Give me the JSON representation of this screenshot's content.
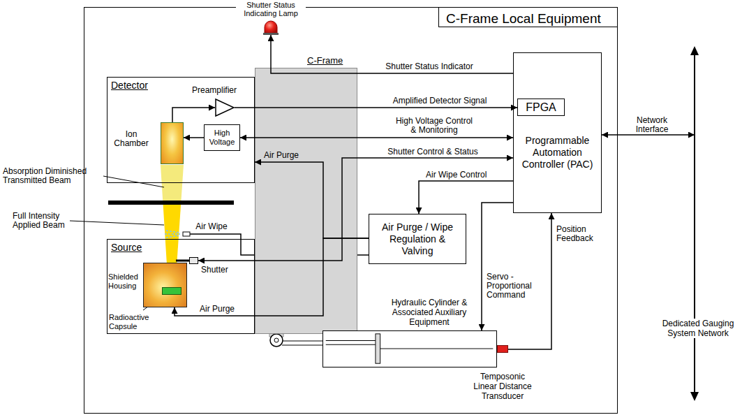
{
  "diagram": {
    "nodes": [
      {
        "text": [
          "C-Frame Local Equipment"
        ]
      },
      {
        "text": [
          "C-Frame"
        ],
        "in": 0
      },
      {
        "text": [
          "Detector"
        ],
        "in": 0
      },
      {
        "text": [
          "Preamplifier"
        ],
        "in": 2
      },
      {
        "text": [
          "Ion Chamber"
        ],
        "in": 2
      },
      {
        "text": [
          "High Voltage"
        ],
        "in": 2
      },
      {
        "text": [
          "Source"
        ],
        "in": 0
      },
      {
        "text": [
          "Shielded Housing"
        ],
        "in": 6
      },
      {
        "text": [
          "Radioactive Capsule"
        ],
        "in": 7
      },
      {
        "text": [
          "Shutter"
        ],
        "in": 6
      },
      {
        "text": [
          "Air Purge / Wipe Regulation & Valving"
        ],
        "in": 0
      },
      {
        "text": [
          "Programmable Automation Controller (PAC)"
        ],
        "in": 0
      },
      {
        "text": [
          "FPGA"
        ],
        "in": 11
      },
      {
        "text": [
          "Shutter Status Indicating Lamp"
        ],
        "in": 0
      },
      {
        "text": [
          "Hydraulic Cylinder & Associated Auxiliary Equipment"
        ],
        "in": 0
      },
      {
        "text": [
          "Temposonic Linear Distance Transducer"
        ],
        "in": 0
      },
      {
        "text": [
          "Dedicated Gauging System Network"
        ]
      }
    ],
    "edges": [
      {
        "from": 11,
        "to": 13,
        "arrow": "to",
        "label": "Shutter Status Indicator"
      },
      {
        "from": 3,
        "to": 12,
        "arrow": "to",
        "label": "Amplified Detector Signal"
      },
      {
        "from": 11,
        "to": 5,
        "arrow": "both",
        "label": "High Voltage Control & Monitoring"
      },
      {
        "from": 11,
        "to": 9,
        "arrow": "both",
        "label": "Shutter Control & Status"
      },
      {
        "from": 11,
        "to": 10,
        "arrow": "to",
        "label": "Air Wipe Control"
      },
      {
        "from": 10,
        "to": 2,
        "arrow": "to",
        "label": "Air Purge"
      },
      {
        "from": 10,
        "to": 7,
        "arrow": "to",
        "label": "Air Purge"
      },
      {
        "from": 11,
        "to": 14,
        "arrow": "to",
        "label": "Servo - Proportional Command"
      },
      {
        "from": 15,
        "to": 11,
        "arrow": "to",
        "label": "Position Feedback"
      },
      {
        "from": 11,
        "to": 16,
        "arrow": "both",
        "label": "Network Interface"
      },
      {
        "from": 4,
        "to": 3,
        "arrow": "to"
      },
      {
        "from": 5,
        "to": 4,
        "arrow": "to"
      }
    ],
    "labels": [
      "Absorption Diminished Transmitted Beam",
      "Full Intensity Applied Beam",
      "Air Wipe"
    ]
  }
}
